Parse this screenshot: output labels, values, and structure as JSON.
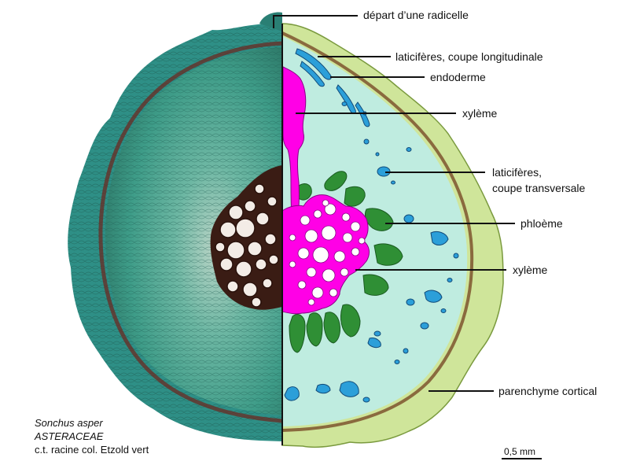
{
  "figure": {
    "labels": {
      "radicelle": "départ d’une radicelle",
      "laticiferes_long": "laticifères, coupe longitudinale",
      "endoderme": "endoderme",
      "xyleme_top": "xylème",
      "laticiferes_trans_1": "laticifères,",
      "laticiferes_trans_2": "coupe transversale",
      "phloeme": "phloème",
      "xyleme_center": "xylème",
      "parenchyme": "parenchyme cortical"
    },
    "caption": {
      "species": "Sonchus asper",
      "family": "ASTERACEAE",
      "details": "c.t. racine  col. Etzold vert"
    },
    "scale_bar": {
      "label": "0,5 mm"
    },
    "colors": {
      "cortex": "#cfe59a",
      "stele_bg": "#bfece0",
      "endodermis": "#8a6a3e",
      "xylem": "#ff00e6",
      "phloem": "#2f8f35",
      "laticifer": "#2b9fd9",
      "photo_tissue": "#4fa595",
      "photo_vessels": "#3a1c14"
    }
  }
}
